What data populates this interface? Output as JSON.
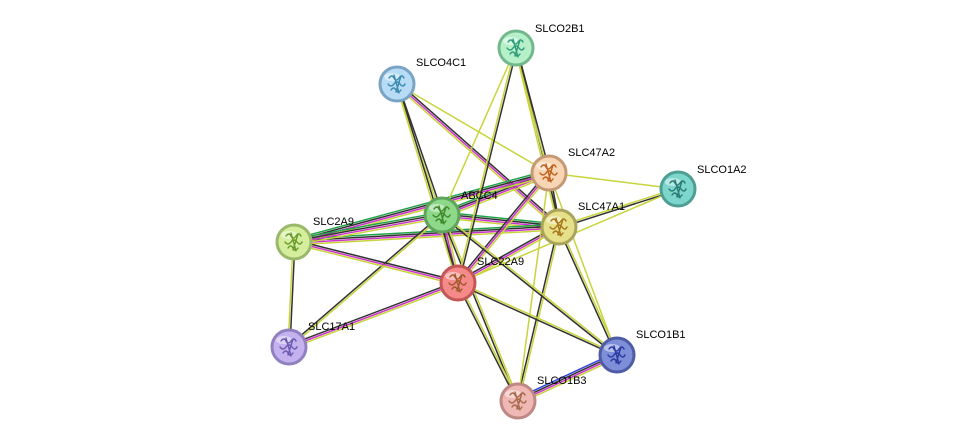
{
  "network": {
    "nodes": [
      {
        "id": "SLCO2B1",
        "label": "SLCO2B1",
        "fill": "#b5f0c9",
        "stroke": "#73b88c",
        "glyph": "#2e9c7a"
      },
      {
        "id": "SLCO4C1",
        "label": "SLCO4C1",
        "fill": "#b8dcf5",
        "stroke": "#7aa4c4",
        "glyph": "#3a8ab0"
      },
      {
        "id": "SLC47A2",
        "label": "SLC47A2",
        "fill": "#f8d6b5",
        "stroke": "#c49a74",
        "glyph": "#c0601a"
      },
      {
        "id": "SLCO1A2",
        "label": "SLCO1A2",
        "fill": "#7dd6cc",
        "stroke": "#4e9e94",
        "glyph": "#2a7a74"
      },
      {
        "id": "ABCC4",
        "label": "ABCC4",
        "fill": "#8ed88a",
        "stroke": "#5ea55a",
        "glyph": "#3e8a2a"
      },
      {
        "id": "SLC47A1",
        "label": "SLC47A1",
        "fill": "#e6e08a",
        "stroke": "#aaa45a",
        "glyph": "#a6761a"
      },
      {
        "id": "SLC2A9",
        "label": "SLC2A9",
        "fill": "#d4ee9e",
        "stroke": "#9ab86a",
        "glyph": "#6a9a2a"
      },
      {
        "id": "SLC22A9",
        "label": "SLC22A9",
        "fill": "#f48a8a",
        "stroke": "#c45656",
        "glyph": "#a05a2a"
      },
      {
        "id": "SLC17A1",
        "label": "SLC17A1",
        "fill": "#c4b2ee",
        "stroke": "#9080c0",
        "glyph": "#6a5ab0"
      },
      {
        "id": "SLCO1B1",
        "label": "SLCO1B1",
        "fill": "#7f8ed8",
        "stroke": "#4e5ca6",
        "glyph": "#2a3aa0"
      },
      {
        "id": "SLCO1B3",
        "label": "SLCO1B3",
        "fill": "#f0b8b4",
        "stroke": "#c08884",
        "glyph": "#a66a4a"
      }
    ],
    "edges": [
      {
        "a": "SLC47A1",
        "b": "SLC47A2",
        "colors": [
          "#c8d43c",
          "#333333"
        ]
      },
      {
        "a": "SLC47A1",
        "b": "ABCC4",
        "colors": [
          "#c8d43c",
          "#cc33cc",
          "#333333",
          "#22a34a"
        ]
      },
      {
        "a": "SLC47A1",
        "b": "SLC22A9",
        "colors": [
          "#c8d43c",
          "#cc33cc",
          "#333333"
        ]
      },
      {
        "a": "SLC47A1",
        "b": "SLC2A9",
        "colors": [
          "#c8d43c",
          "#cc33cc",
          "#333333",
          "#22a34a"
        ]
      },
      {
        "a": "SLC47A1",
        "b": "SLCO1A2",
        "colors": [
          "#c8d43c",
          "#333333"
        ]
      },
      {
        "a": "SLC47A1",
        "b": "SLCO1B1",
        "colors": [
          "#c8d43c",
          "#333333"
        ]
      },
      {
        "a": "SLC47A1",
        "b": "SLCO1B3",
        "colors": [
          "#c8d43c",
          "#333333"
        ]
      },
      {
        "a": "SLC47A1",
        "b": "SLCO2B1",
        "colors": [
          "#c8d43c",
          "#333333"
        ]
      },
      {
        "a": "SLC47A1",
        "b": "SLCO4C1",
        "colors": [
          "#c8d43c",
          "#cc33cc",
          "#333333"
        ]
      },
      {
        "a": "SLC47A2",
        "b": "ABCC4",
        "colors": [
          "#c8d43c",
          "#cc33cc",
          "#333333",
          "#22a34a"
        ]
      },
      {
        "a": "SLC47A2",
        "b": "SLC22A9",
        "colors": [
          "#c8d43c",
          "#cc33cc",
          "#333333"
        ]
      },
      {
        "a": "SLC47A2",
        "b": "SLC2A9",
        "colors": [
          "#c8d43c",
          "#cc33cc",
          "#333333",
          "#22a34a"
        ]
      },
      {
        "a": "SLC47A2",
        "b": "SLCO1A2",
        "colors": [
          "#c8d43c"
        ]
      },
      {
        "a": "SLC47A2",
        "b": "SLCO1B1",
        "colors": [
          "#c8d43c"
        ]
      },
      {
        "a": "SLC47A2",
        "b": "SLCO1B3",
        "colors": [
          "#c8d43c"
        ]
      },
      {
        "a": "SLC47A2",
        "b": "SLCO2B1",
        "colors": [
          "#c8d43c",
          "#333333"
        ]
      },
      {
        "a": "SLC47A2",
        "b": "SLCO4C1",
        "colors": [
          "#c8d43c"
        ]
      },
      {
        "a": "ABCC4",
        "b": "SLC22A9",
        "colors": [
          "#c8d43c",
          "#cc33cc",
          "#333333"
        ]
      },
      {
        "a": "ABCC4",
        "b": "SLC2A9",
        "colors": [
          "#c8d43c",
          "#cc33cc",
          "#333333",
          "#22a34a"
        ]
      },
      {
        "a": "ABCC4",
        "b": "SLC17A1",
        "colors": [
          "#c8d43c",
          "#333333"
        ]
      },
      {
        "a": "ABCC4",
        "b": "SLCO1B1",
        "colors": [
          "#c8d43c",
          "#333333"
        ]
      },
      {
        "a": "ABCC4",
        "b": "SLCO1B3",
        "colors": [
          "#c8d43c",
          "#333333"
        ]
      },
      {
        "a": "ABCC4",
        "b": "SLCO2B1",
        "colors": [
          "#c8d43c"
        ]
      },
      {
        "a": "ABCC4",
        "b": "SLCO4C1",
        "colors": [
          "#c8d43c",
          "#333333"
        ]
      },
      {
        "a": "SLC22A9",
        "b": "SLC2A9",
        "colors": [
          "#c8d43c",
          "#cc33cc",
          "#333333"
        ]
      },
      {
        "a": "SLC22A9",
        "b": "SLC17A1",
        "colors": [
          "#c8d43c",
          "#cc33cc",
          "#333333"
        ]
      },
      {
        "a": "SLC22A9",
        "b": "SLCO1A2",
        "colors": [
          "#c8d43c"
        ]
      },
      {
        "a": "SLC22A9",
        "b": "SLCO1B1",
        "colors": [
          "#c8d43c",
          "#333333"
        ]
      },
      {
        "a": "SLC22A9",
        "b": "SLCO1B3",
        "colors": [
          "#c8d43c",
          "#333333"
        ]
      },
      {
        "a": "SLC22A9",
        "b": "SLCO2B1",
        "colors": [
          "#c8d43c",
          "#333333"
        ]
      },
      {
        "a": "SLC22A9",
        "b": "SLCO4C1",
        "colors": [
          "#c8d43c",
          "#333333"
        ]
      },
      {
        "a": "SLC2A9",
        "b": "SLC17A1",
        "colors": [
          "#333333",
          "#c8d43c"
        ]
      },
      {
        "a": "SLCO1B1",
        "b": "SLCO1B3",
        "colors": [
          "#c8d43c",
          "#cc33cc",
          "#333333",
          "#3344dd"
        ]
      }
    ]
  }
}
